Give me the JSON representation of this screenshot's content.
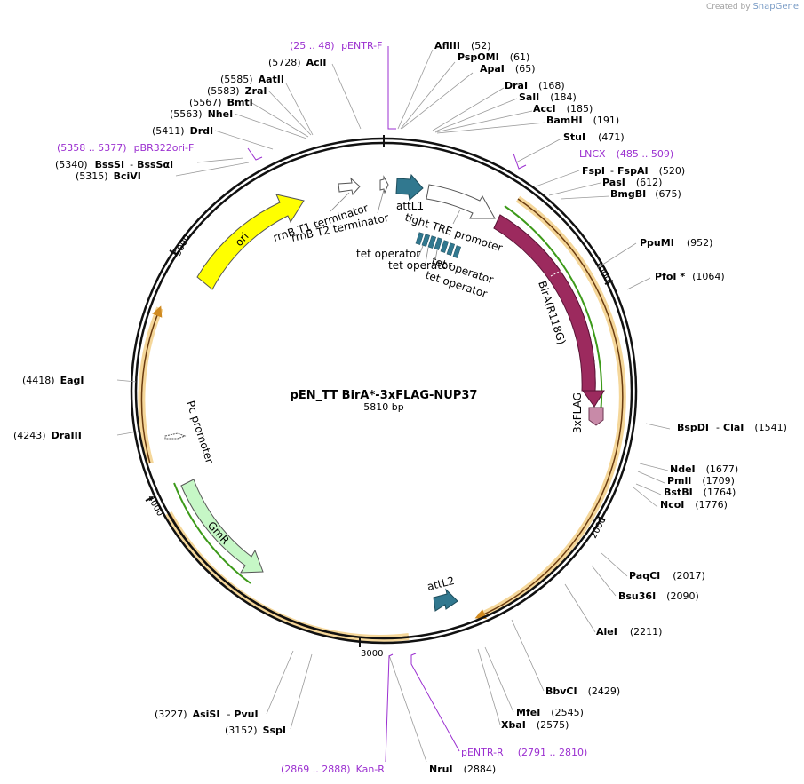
{
  "credit": {
    "prefix": "Created by",
    "brand": "SnapGene"
  },
  "plasmid": {
    "name": "pEN_TT BirA*-3xFLAG-NUP37",
    "size": "5810 bp",
    "length": 5810
  },
  "ticks": [
    "1000",
    "2000",
    "3000",
    "4000",
    "5000"
  ],
  "enzymes": [
    {
      "pos": "(25 .. 48)",
      "name": "pENTR-F",
      "primer": true
    },
    {
      "pos": "(5728)",
      "name": "AclI"
    },
    {
      "pos": "(5585)",
      "name": "AatII"
    },
    {
      "pos": "(5583)",
      "name": "ZraI"
    },
    {
      "pos": "(5567)",
      "name": "BmtI"
    },
    {
      "pos": "(5563)",
      "name": "NheI"
    },
    {
      "pos": "(5411)",
      "name": "DrdI"
    },
    {
      "pos": "(5358 .. 5377)",
      "name": "pBR322ori-F",
      "primer": true
    },
    {
      "pos": "(5340)",
      "name": "BssSI",
      "name2": "BssSαI"
    },
    {
      "pos": "(5315)",
      "name": "BciVI"
    },
    {
      "pos": "(4418)",
      "name": "EagI"
    },
    {
      "pos": "(4243)",
      "name": "DraIII"
    },
    {
      "pos": "(3227)",
      "name": "AsiSI",
      "name2": "PvuI"
    },
    {
      "pos": "(3152)",
      "name": "SspI"
    },
    {
      "pos": "(2869 .. 2888)",
      "name": "Kan-R",
      "primer": true
    },
    {
      "pos": "(52)",
      "name": "AflIII"
    },
    {
      "pos": "(61)",
      "name": "PspOMI"
    },
    {
      "pos": "(65)",
      "name": "ApaI"
    },
    {
      "pos": "(168)",
      "name": "DraI"
    },
    {
      "pos": "(184)",
      "name": "SalI"
    },
    {
      "pos": "(185)",
      "name": "AccI"
    },
    {
      "pos": "(191)",
      "name": "BamHI"
    },
    {
      "pos": "(471)",
      "name": "StuI"
    },
    {
      "pos": "(485 .. 509)",
      "name": "LNCX",
      "primer": true
    },
    {
      "pos": "(520)",
      "name": "FspI",
      "name2": "FspAI"
    },
    {
      "pos": "(612)",
      "name": "PasI"
    },
    {
      "pos": "(675)",
      "name": "BmgBI"
    },
    {
      "pos": "(952)",
      "name": "PpuMI"
    },
    {
      "pos": "(1064)",
      "name": "PfoI *"
    },
    {
      "pos": "(1541)",
      "name": "BspDI",
      "name2": "ClaI"
    },
    {
      "pos": "(1677)",
      "name": "NdeI"
    },
    {
      "pos": "(1709)",
      "name": "PmlI"
    },
    {
      "pos": "(1764)",
      "name": "BstBI"
    },
    {
      "pos": "(1776)",
      "name": "NcoI"
    },
    {
      "pos": "(2017)",
      "name": "PaqCI"
    },
    {
      "pos": "(2090)",
      "name": "Bsu36I"
    },
    {
      "pos": "(2211)",
      "name": "AleI"
    },
    {
      "pos": "(2429)",
      "name": "BbvCI"
    },
    {
      "pos": "(2545)",
      "name": "MfeI"
    },
    {
      "pos": "(2575)",
      "name": "XbaI"
    },
    {
      "pos": "(2791 .. 2810)",
      "name": "pENTR-R",
      "primer": true
    },
    {
      "pos": "(2884)",
      "name": "NruI"
    }
  ],
  "features": {
    "ori": "ori",
    "rrnb_t1": "rrnB T1 terminator",
    "rrnb_t2": "rrnB T2 terminator",
    "attl1": "attL1",
    "tre": "tight TRE promoter",
    "tetop1": "tet operator",
    "tetop2": "tet operator",
    "tetop3": "tet operator",
    "tetop4": "tet operator",
    "bira": "BirA(R118G)",
    "flag": "3xFLAG",
    "pc": "Pc promoter",
    "gmr": "GmR",
    "attl2": "attL2"
  },
  "colors": {
    "primer": "#9b2fd0",
    "bira": "#9c2a5e",
    "flag": "#c88aa8",
    "ori": "#ffff00",
    "gmr": "#c6f7c6",
    "att": "#31788f",
    "orf": "#f0c070",
    "orf_line": "#5a2d0c",
    "green": "#3d9a1a"
  }
}
